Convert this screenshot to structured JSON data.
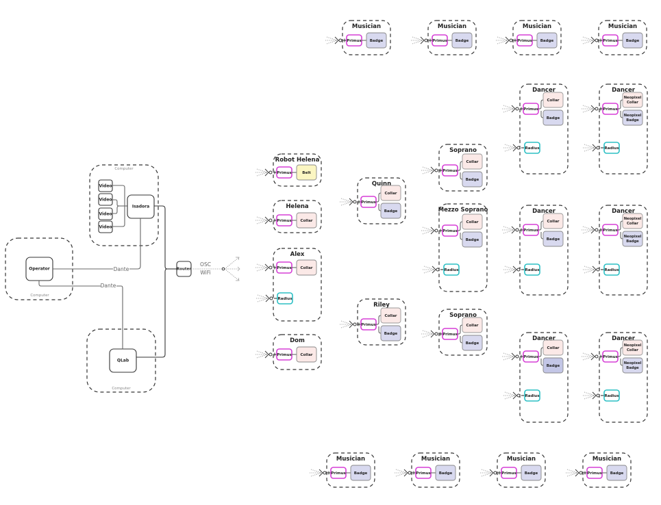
{
  "colors": {
    "primus": "#d63fd6",
    "radius": "#2bbfc4",
    "collar": "#fbe9e7",
    "badge": "#d8d9ef",
    "belt": "#fbf6c2",
    "badge_dark": "#c3c6e6"
  },
  "control": {
    "computers": [
      {
        "label": "Computer"
      },
      {
        "label": "Computer"
      },
      {
        "label": "Computer"
      }
    ],
    "nodes": {
      "operator": "Operator",
      "isadora": "Isadora",
      "qlab": "QLab",
      "router": "Router",
      "video": "Video"
    },
    "links": {
      "dante_1": "Dante",
      "dante_2": "Dante",
      "osc": "OSC",
      "wifi": "WiFi"
    }
  },
  "labels": {
    "primus": "Primus",
    "radius": "Radius",
    "collar": "Collar",
    "badge": "Badge",
    "belt": "Belt",
    "neopixel_collar_1": "Neopixel",
    "neopixel_collar_2": "Collar",
    "neopixel_badge_1": "Neopixel",
    "neopixel_badge_2": "Badge"
  },
  "groups": {
    "musicians_top": [
      "Musician",
      "Musician",
      "Musician",
      "Musician"
    ],
    "musicians_bottom": [
      "Musician",
      "Musician",
      "Musician",
      "Musician"
    ],
    "robot_helena": "Robot Helena",
    "helena": "Helena",
    "alex": "Alex",
    "dom": "Dom",
    "quinn": "Quinn",
    "riley": "Riley",
    "soprano_1": "Soprano",
    "mezzo_soprano": "Mezzo Soprano",
    "soprano_2": "Soprano",
    "dancers": [
      "Dancer",
      "Dancer",
      "Dancer",
      "Dancer",
      "Dancer",
      "Dancer"
    ]
  }
}
